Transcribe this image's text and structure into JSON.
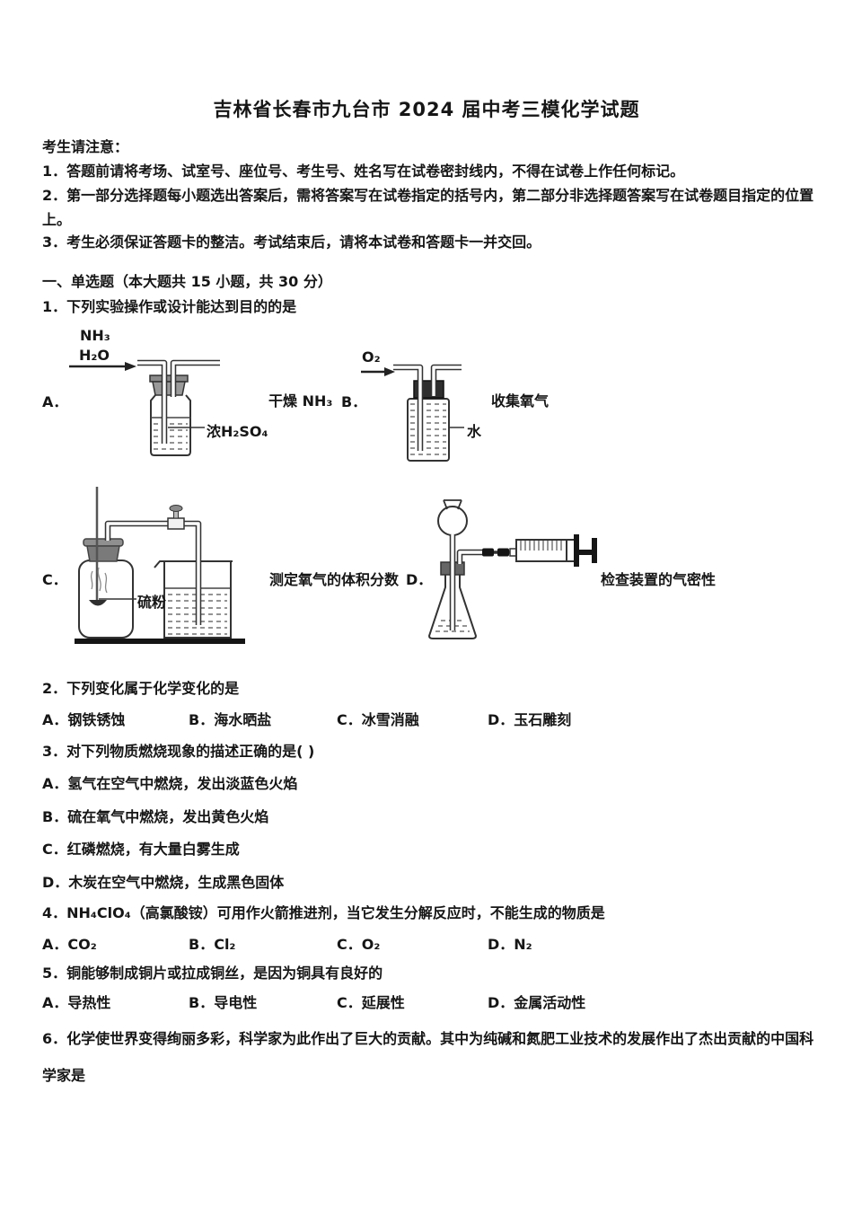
{
  "doc": {
    "title": "吉林省长春市九台市 2024 届中考三模化学试题",
    "notice": {
      "heading": "考生请注意：",
      "items": [
        "1．答题前请将考场、试室号、座位号、考生号、姓名写在试卷密封线内，不得在试卷上作任何标记。",
        "2．第一部分选择题每小题选出答案后，需将答案写在试卷指定的括号内，第二部分非选择题答案写在试卷题目指定的位置上。",
        "3．考生必须保证答题卡的整洁。考试结束后，请将本试卷和答题卡一并交回。"
      ]
    },
    "section": "一、单选题（本大题共 15 小题，共 30 分）",
    "q1": {
      "text": "1．下列实验操作或设计能达到目的的是",
      "optionA": {
        "label": "A．",
        "caption": "干燥 NH₃",
        "gas_top": "NH₃",
        "gas_bottom": "H₂O",
        "liquid": "浓H₂SO₄"
      },
      "optionB": {
        "label": "B．",
        "caption": "收集氧气",
        "gas": "O₂",
        "liquid": "水"
      },
      "optionC": {
        "label": "C．",
        "caption": "测定氧气的体积分数",
        "solid": "硫粉"
      },
      "optionD": {
        "label": "D．",
        "caption": "检查装置的气密性"
      }
    },
    "q2": {
      "text": "2．下列变化属于化学变化的是",
      "options": [
        "A．钢铁锈蚀",
        "B．海水晒盐",
        "C．冰雪消融",
        "D．玉石雕刻"
      ]
    },
    "q3": {
      "text": "3．对下列物质燃烧现象的描述正确的是( )",
      "options": [
        "A．氢气在空气中燃烧，发出淡蓝色火焰",
        "B．硫在氧气中燃烧，发出黄色火焰",
        "C．红磷燃烧，有大量白雾生成",
        "D．木炭在空气中燃烧，生成黑色固体"
      ]
    },
    "q4": {
      "text": "4．NH₄ClO₄（高氯酸铵）可用作火箭推进剂，当它发生分解反应时，不能生成的物质是",
      "options": [
        "A．CO₂",
        "B．Cl₂",
        "C．O₂",
        "D．N₂"
      ]
    },
    "q5": {
      "text": "5．铜能够制成铜片或拉成铜丝，是因为铜具有良好的",
      "options": [
        "A．导热性",
        "B．导电性",
        "C．延展性",
        "D．金属活动性"
      ]
    },
    "q6": {
      "text": "6．化学使世界变得绚丽多彩，科学家为此作出了巨大的贡献。其中为纯碱和氮肥工业技术的发展作出了杰出贡献的中国科学家是"
    }
  }
}
